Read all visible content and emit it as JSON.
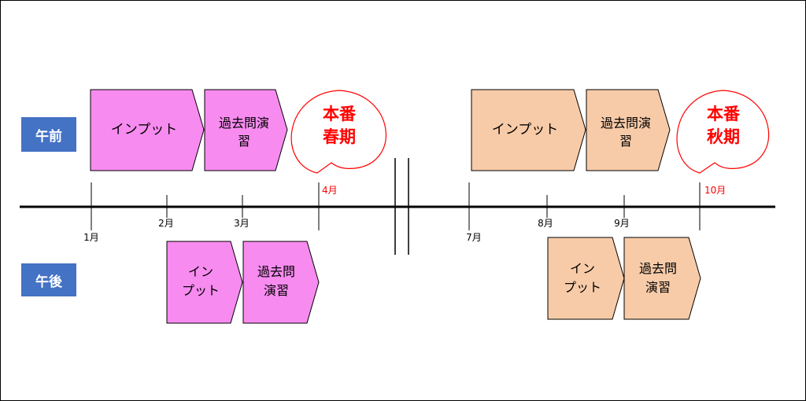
{
  "sessions": {
    "morning": "午前",
    "afternoon": "午後"
  },
  "months": {
    "jan": "1月",
    "feb": "2月",
    "mar": "3月",
    "apr": "4月",
    "jul": "7月",
    "aug": "8月",
    "sep": "9月",
    "oct": "10月"
  },
  "spring": {
    "morning": {
      "input": "インプット",
      "past_line1": "過去問演",
      "past_line2": "習"
    },
    "afternoon": {
      "input_line1": "イン",
      "input_line2": "プット",
      "past_line1": "過去問",
      "past_line2": "演習"
    },
    "exam_line1": "本番",
    "exam_line2": "春期"
  },
  "autumn": {
    "morning": {
      "input": "インプット",
      "past_line1": "過去問演",
      "past_line2": "習"
    },
    "afternoon": {
      "input_line1": "イン",
      "input_line2": "プット",
      "past_line1": "過去問",
      "past_line2": "演習"
    },
    "exam_line1": "本番",
    "exam_line2": "秋期"
  },
  "colors": {
    "spring_fill": "#f78bf0",
    "autumn_fill": "#f8cba8",
    "badge": "#4472c4",
    "exam": "#ff0000",
    "line": "#000000"
  }
}
